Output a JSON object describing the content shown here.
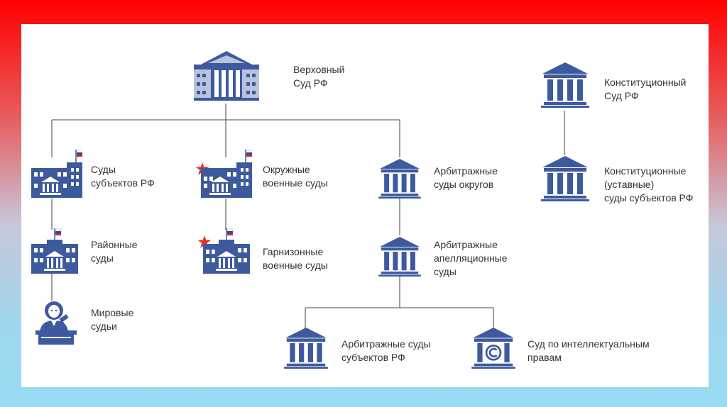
{
  "colors": {
    "icon": "#3d5a9e",
    "icon_light": "#b9c3dc",
    "line": "#6b6b6b",
    "star": "#e5342c",
    "flag_red": "#d8232a",
    "flag_blue": "#2a47a0"
  },
  "nodes": {
    "supreme": {
      "icon": "supreme-court-building-icon",
      "label": [
        "Верховный",
        "Суд РФ"
      ]
    },
    "constitutional": {
      "icon": "court-columns-icon",
      "label": [
        "Конституционный",
        "Суд РФ"
      ]
    },
    "subject_courts": {
      "icon": "flagged-court-building-icon",
      "label": [
        "Суды",
        "субъектов РФ"
      ]
    },
    "district_military": {
      "icon": "military-court-building-icon",
      "label": [
        "Окружные",
        "военные суды"
      ]
    },
    "arbitration_districts": {
      "icon": "court-columns-icon",
      "label": [
        "Арбитражные",
        "суды округов"
      ]
    },
    "constitutional_subjects": {
      "icon": "court-columns-icon",
      "label": [
        "Конституционные",
        "(уставные)",
        "суды субъектов РФ"
      ]
    },
    "district_courts": {
      "icon": "flagged-court-building-icon",
      "label": [
        "Районные",
        "суды"
      ]
    },
    "garrison_military": {
      "icon": "military-court-building-icon",
      "label": [
        "Гарнизонные",
        "военные суды"
      ]
    },
    "arbitration_appeal": {
      "icon": "court-columns-icon",
      "label": [
        "Арбитражные",
        "апелляционные",
        "суды"
      ]
    },
    "magistrates": {
      "icon": "judge-icon",
      "label": [
        "Мировые",
        "судьи"
      ]
    },
    "arbitration_subjects": {
      "icon": "court-columns-icon",
      "label": [
        "Арбитражные суды",
        "субъектов РФ"
      ]
    },
    "ip_court": {
      "icon": "copyright-court-icon",
      "label": [
        "Суд по интеллектуальным",
        "правам"
      ]
    }
  }
}
